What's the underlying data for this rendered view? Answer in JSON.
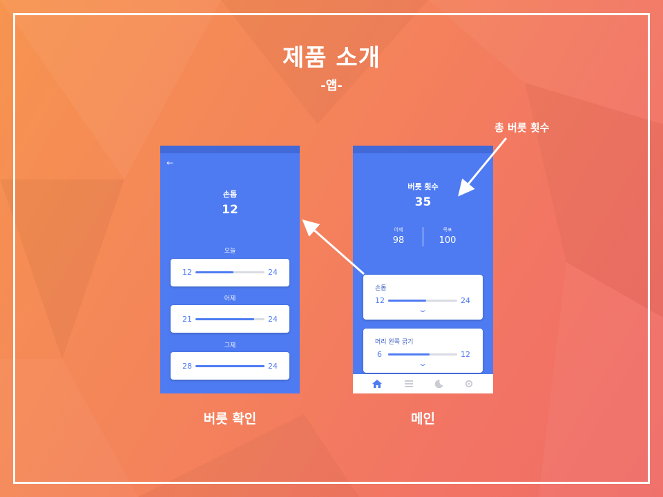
{
  "slide": {
    "title": "제품 소개",
    "subtitle": "-앱-",
    "annotation": "총 버릇 횟수",
    "caption_left": "버릇 확인",
    "caption_right": "메인"
  },
  "detail_screen": {
    "habit_name": "손톱",
    "habit_count": "12",
    "days": [
      {
        "label": "오늘",
        "current": "12",
        "goal": "24",
        "progress": 0.55
      },
      {
        "label": "어제",
        "current": "21",
        "goal": "24",
        "progress": 0.85
      },
      {
        "label": "그제",
        "current": "28",
        "goal": "24",
        "progress": 1.0
      }
    ]
  },
  "main_screen": {
    "total_label": "버릇 횟수",
    "total_value": "35",
    "yesterday_label": "어제",
    "yesterday_value": "98",
    "goal_label": "목표",
    "goal_value": "100",
    "habits": [
      {
        "name": "손톱",
        "current": "12",
        "goal": "24",
        "progress": 0.55
      },
      {
        "name": "머리 왼쪽 긁기",
        "current": "6",
        "goal": "12",
        "progress": 0.6
      }
    ],
    "nav": [
      "home-icon",
      "list-icon",
      "moon-icon",
      "gear-icon"
    ]
  },
  "colors": {
    "app_blue": "#4e7bf2",
    "status_blue": "#4169d8",
    "background_orange": "#f4845a"
  }
}
